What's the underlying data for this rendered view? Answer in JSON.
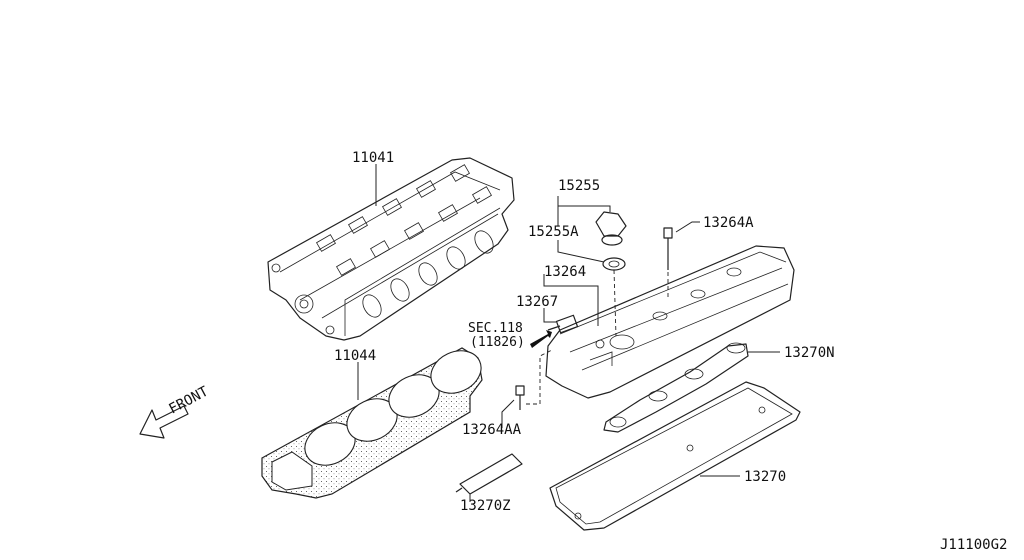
{
  "labels": {
    "cyl_head": "11041",
    "head_gasket": "11044",
    "oil_cap": "15255",
    "oil_cap_gasket": "15255A",
    "rocker_cover": "13264",
    "pcv_valve": "13267",
    "sec_ref": "SEC.118",
    "sec_sub": "(11826)",
    "bolt_top": "13264A",
    "bolt_bottom": "13264AA",
    "plug_gasket": "13270N",
    "cover_gasket": "13270",
    "sealant": "13270Z",
    "front": "FRONT",
    "diagram_code": "J11100G2"
  }
}
